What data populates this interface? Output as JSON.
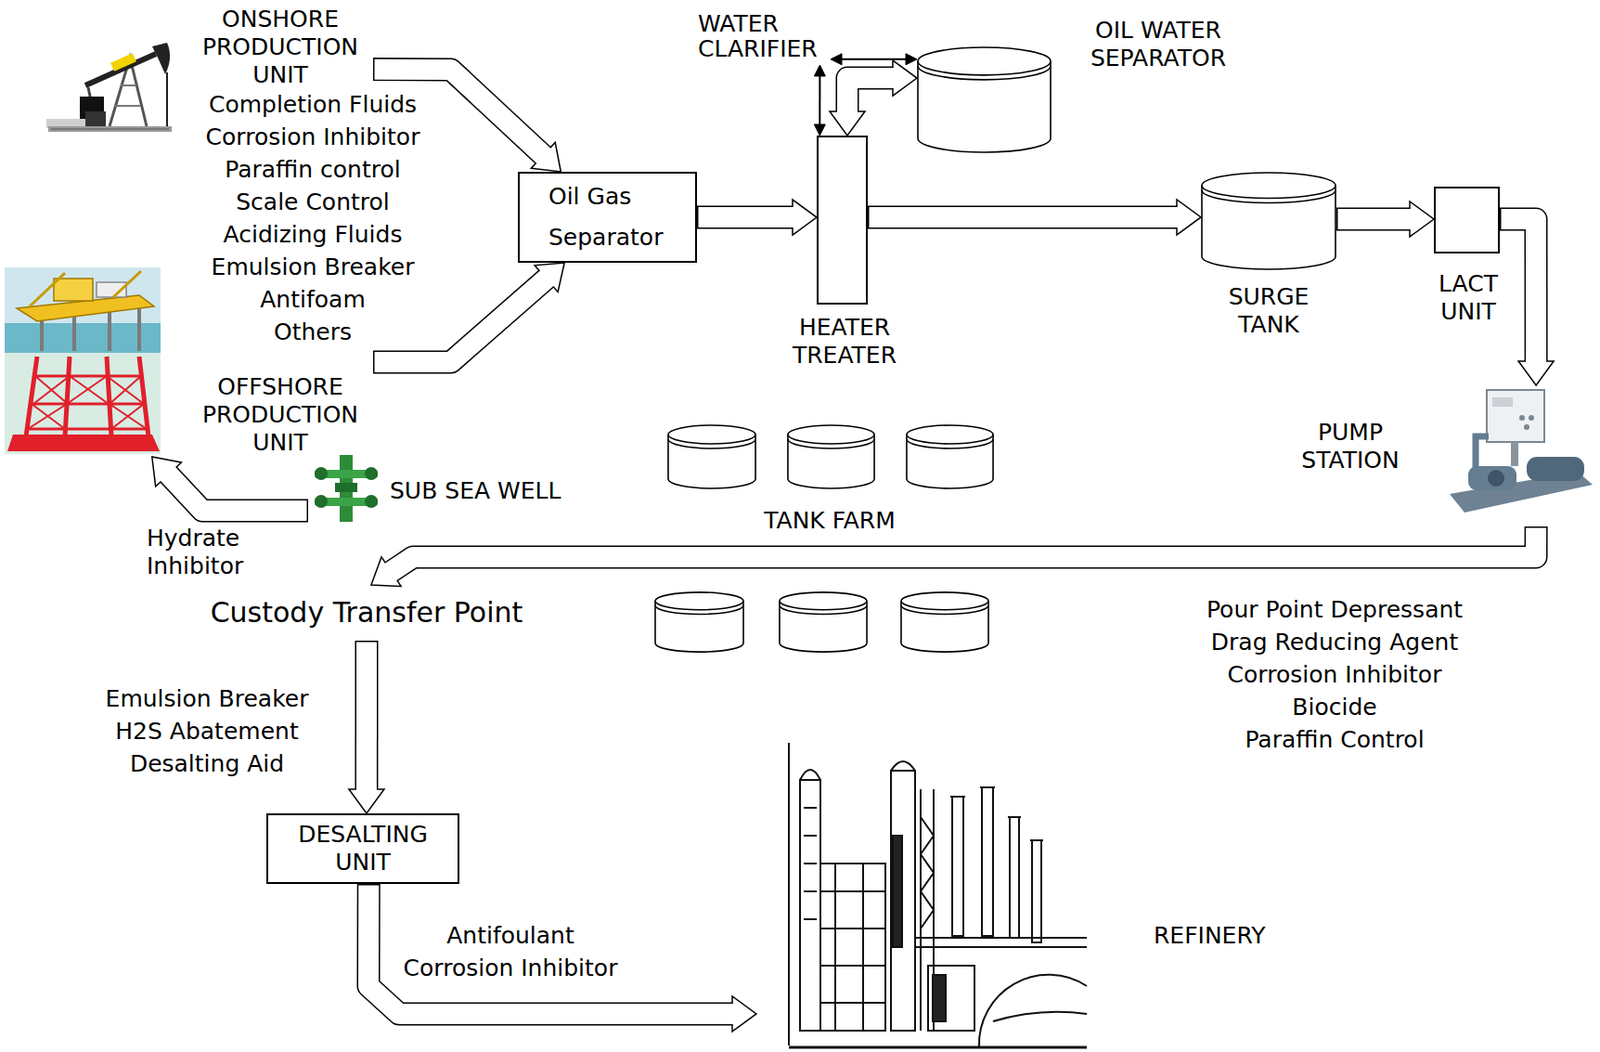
{
  "diagram": {
    "nodes": [
      {
        "text": [
          "ONSHORE PRODUCTION UNIT"
        ]
      },
      {
        "text": [
          "OFFSHORE PRODUCTION UNIT"
        ]
      },
      {
        "text": [
          "SUB SEA WELL"
        ]
      },
      {
        "text": [
          "Oil Gas Separator"
        ]
      },
      {
        "text": [
          "WATER CLARIFIER"
        ]
      },
      {
        "text": [
          "HEATER TREATER"
        ]
      },
      {
        "text": [
          "OIL WATER SEPARATOR"
        ]
      },
      {
        "text": [
          "SURGE TANK"
        ]
      },
      {
        "text": [
          "LACT UNIT"
        ]
      },
      {
        "text": [
          "PUMP STATION"
        ]
      },
      {
        "text": [
          "Custody Transfer Point"
        ]
      },
      {
        "text": [
          "DESALTING UNIT"
        ]
      },
      {
        "text": [
          "REFINERY"
        ]
      }
    ],
    "edges": [
      {
        "from": 0,
        "to": 3,
        "arrow": "to"
      },
      {
        "from": 1,
        "to": 3,
        "arrow": "to"
      },
      {
        "from": 3,
        "to": 5,
        "arrow": "to"
      },
      {
        "from": 5,
        "to": 7,
        "arrow": "to"
      },
      {
        "from": 7,
        "to": 8,
        "arrow": "to"
      },
      {
        "from": 8,
        "to": 9,
        "arrow": "to"
      },
      {
        "from": 9,
        "to": 10,
        "arrow": "to"
      },
      {
        "from": 10,
        "to": 11,
        "arrow": "to"
      },
      {
        "from": 11,
        "to": 12,
        "arrow": "to"
      },
      {
        "from": 2,
        "to": 1,
        "label": "Hydrate Inhibitor",
        "arrow": "to"
      },
      {
        "from": 5,
        "to": 6,
        "arrow": "both"
      },
      {
        "from": 4,
        "to": 6,
        "arrow": "both"
      },
      {
        "from": 4,
        "to": 5,
        "arrow": "both"
      }
    ],
    "labels": [
      "Completion Fluids",
      "Corrosion Inhibitor",
      "Paraffin control",
      "Scale Control",
      "Acidizing Fluids",
      "Emulsion Breaker",
      "Antifoam",
      "Others",
      "TANK FARM",
      "Pour Point Depressant",
      "Drag Reducing Agent",
      "Corrosion Inhibitor",
      "Biocide",
      "Paraffin Control",
      "Emulsion Breaker",
      "H2S Abatement",
      "Desalting Aid",
      "Antifoulant",
      "Corrosion Inhibitor"
    ]
  }
}
